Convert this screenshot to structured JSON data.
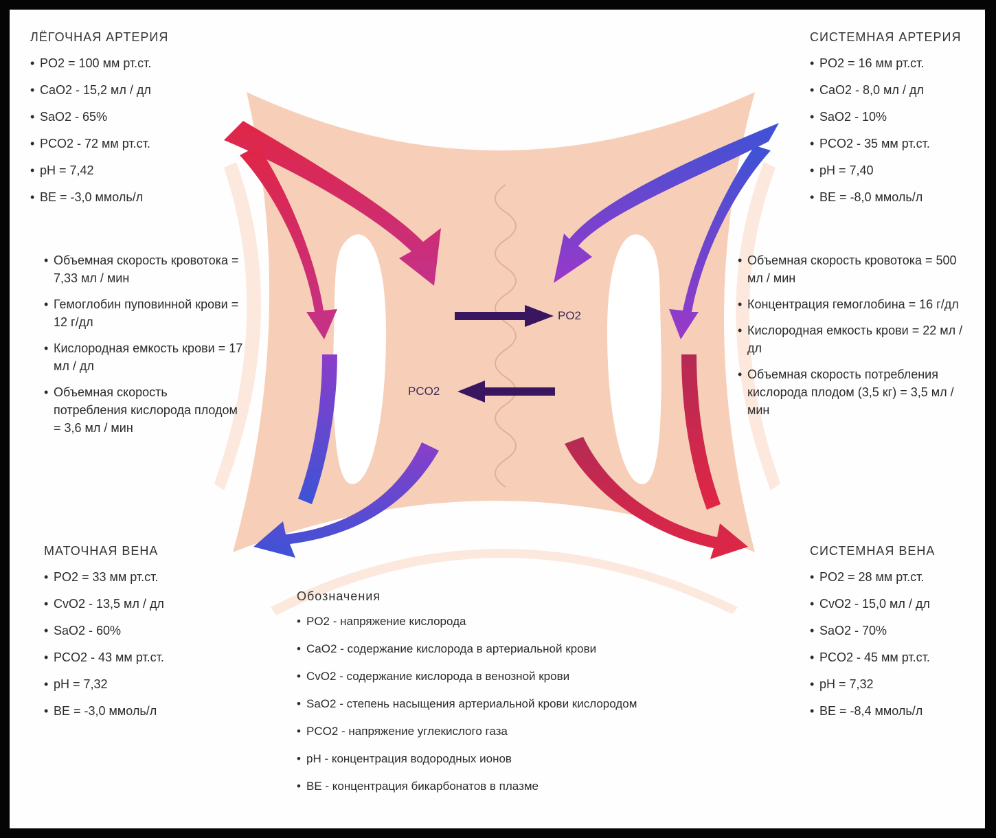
{
  "colors": {
    "tissue": "#f7cfb8",
    "arterial": "#e02645",
    "mixed": "#c4318a",
    "venous": "#3d53d6",
    "gas_arrow": "#3a1560"
  },
  "blocks": {
    "pul_art": {
      "title": "ЛЁГОЧНАЯ АРТЕРИЯ",
      "items": [
        "PO2 = 100 мм рт.ст.",
        "CaO2 - 15,2 мл / дл",
        "SaO2 - 65%",
        "PCO2 - 72 мм рт.ст.",
        "pH = 7,42",
        "BE = -3,0 ммоль/л"
      ]
    },
    "sys_art": {
      "title": "СИСТЕМНАЯ АРТЕРИЯ",
      "items": [
        "PO2 = 16 мм рт.ст.",
        "CaO2 - 8,0 мл / дл",
        "SaO2 - 10%",
        "PCO2 - 35 мм рт.ст.",
        "pH = 7,40",
        "BE = -8,0 ммоль/л"
      ]
    },
    "left_mid": {
      "items": [
        "Объемная скорость кровотока = 7,33 мл / мин",
        "Гемоглобин пуповинной крови = 12 г/дл",
        "Кислородная емкость крови = 17 мл / дл",
        "Объемная скорость потребления кислорода плодом = 3,6 мл / мин"
      ]
    },
    "right_mid": {
      "items": [
        "Объемная скорость кровотока = 500 мл / мин",
        "Концентрация гемоглобина = 16 г/дл",
        "Кислородная емкость крови = 22 мл / дл",
        "Объемная скорость потребления кислорода плодом (3,5 кг) = 3,5 мл / мин"
      ]
    },
    "pul_vein": {
      "title": "МАТОЧНАЯ ВЕНА",
      "items": [
        "PO2 = 33 мм рт.ст.",
        "CvO2 - 13,5 мл / дл",
        "SaO2 - 60%",
        "PCO2 - 43 мм рт.ст.",
        "pH = 7,32",
        "BE = -3,0 ммоль/л"
      ]
    },
    "sys_vein": {
      "title": "СИСТЕМНАЯ ВЕНА",
      "items": [
        "PO2 = 28 мм рт.ст.",
        "CvO2 - 15,0 мл / дл",
        "SaO2 - 70%",
        "PCO2 - 45 мм рт.ст.",
        "pH = 7,32",
        "BE = -8,4 ммоль/л"
      ]
    },
    "notes": {
      "title": "Обозначения",
      "items": [
        "PO2 - напряжение кислорода",
        "CaO2 - содержание кислорода в артериальной крови",
        "CvO2 - содержание кислорода в венозной крови",
        "SaO2 - степень насыщения артериальной крови кислородом",
        "PCO2 - напряжение углекислого газа",
        "pH - концентрация водородных ионов",
        "BE - концентрация бикарбонатов в плазме"
      ]
    }
  },
  "gas": {
    "po2": "PO2",
    "pco2": "PCO2"
  }
}
